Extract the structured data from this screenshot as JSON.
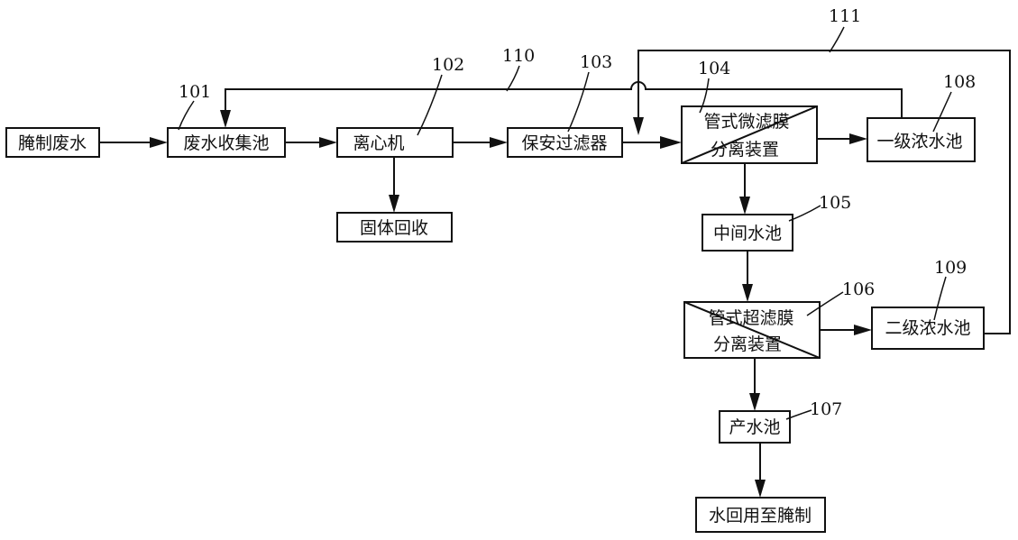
{
  "nodes": {
    "raw_water": "腌制废水",
    "collection_tank": "废水收集池",
    "centrifuge": "离心机",
    "solid_recovery": "固体回收",
    "security_filter": "保安过滤器",
    "mf_line1": "管式微滤膜",
    "mf_line2": "分离装置",
    "intermediate_tank": "中间水池",
    "uf_line1": "管式超滤膜",
    "uf_line2": "分离装置",
    "product_tank": "产水池",
    "reuse": "水回用至腌制",
    "primary_conc": "一级浓水池",
    "secondary_conc": "二级浓水池"
  },
  "refs": {
    "r101": "101",
    "r102": "102",
    "r103": "103",
    "r104": "104",
    "r105": "105",
    "r106": "106",
    "r107": "107",
    "r108": "108",
    "r109": "109",
    "r110": "110",
    "r111": "111"
  }
}
